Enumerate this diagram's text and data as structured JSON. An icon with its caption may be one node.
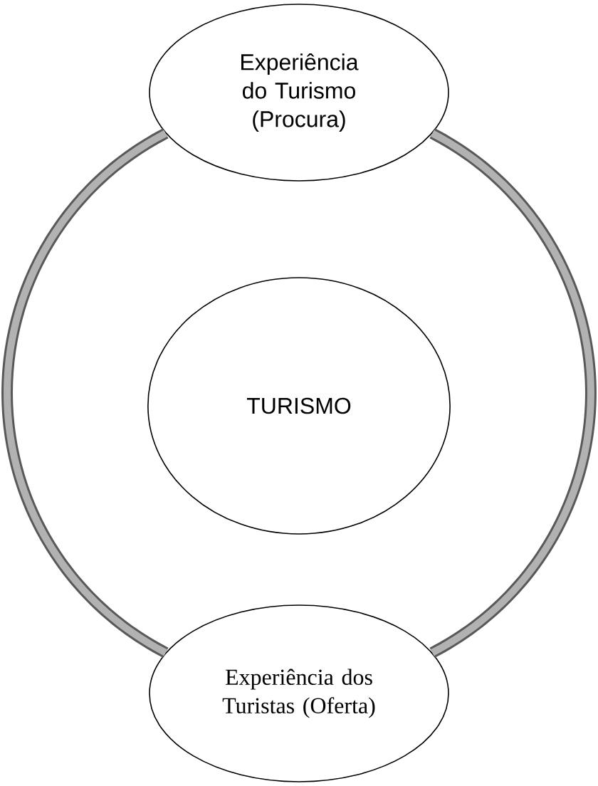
{
  "diagram": {
    "nodes": [
      {
        "text": [
          "Experiência do Turismo (Procura)"
        ]
      },
      {
        "text": [
          "TURISMO"
        ]
      },
      {
        "text": [
          "Experiência dos Turistas (Oferta)"
        ]
      }
    ],
    "edges": [
      {
        "from": 0,
        "to": 2,
        "arrow": "none"
      },
      {
        "from": 0,
        "to": 2,
        "arrow": "none"
      }
    ]
  }
}
